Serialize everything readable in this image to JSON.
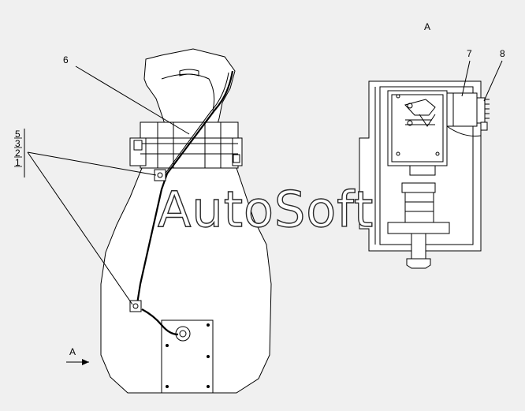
{
  "view_label": "A",
  "arrow_label": "A",
  "callouts": {
    "c6": "6",
    "c7": "7",
    "c8": "8"
  },
  "stack_labels": [
    "5",
    "3",
    "2",
    "1"
  ],
  "watermark": "AutoSoft",
  "colors": {
    "background": "#f0f0f0",
    "line": "#000000",
    "fill": "#ffffff",
    "watermark_outline": "#2a2a2a"
  }
}
